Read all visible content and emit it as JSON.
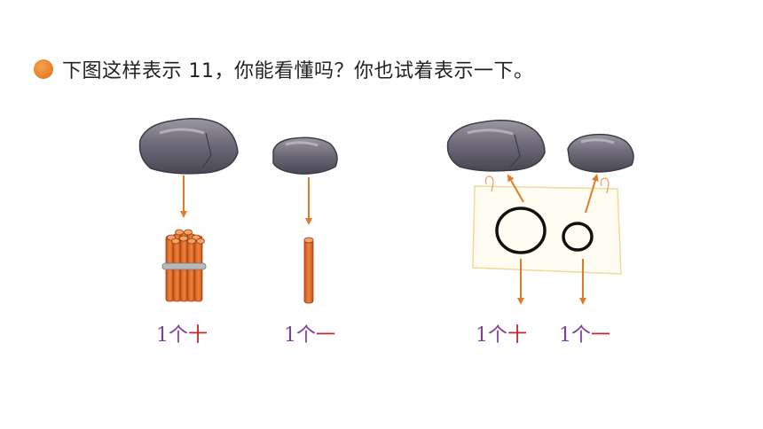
{
  "instruction": {
    "text": "下图这样表示 11，你能看懂吗？你也试着表示一下。"
  },
  "labels": [
    {
      "num": "1",
      "ge": "个",
      "unit": "十"
    },
    {
      "num": "1",
      "ge": "个",
      "unit": "一"
    },
    {
      "num": "1",
      "ge": "个",
      "unit": "十"
    },
    {
      "num": "1",
      "ge": "个",
      "unit": "一"
    }
  ],
  "colors": {
    "bullet": "#e8832a",
    "arrow": "#e07b2a",
    "stick": "#e06a22",
    "rock": "#6e6a78",
    "number": "#7a3e9d",
    "unit": "#c0262d"
  }
}
